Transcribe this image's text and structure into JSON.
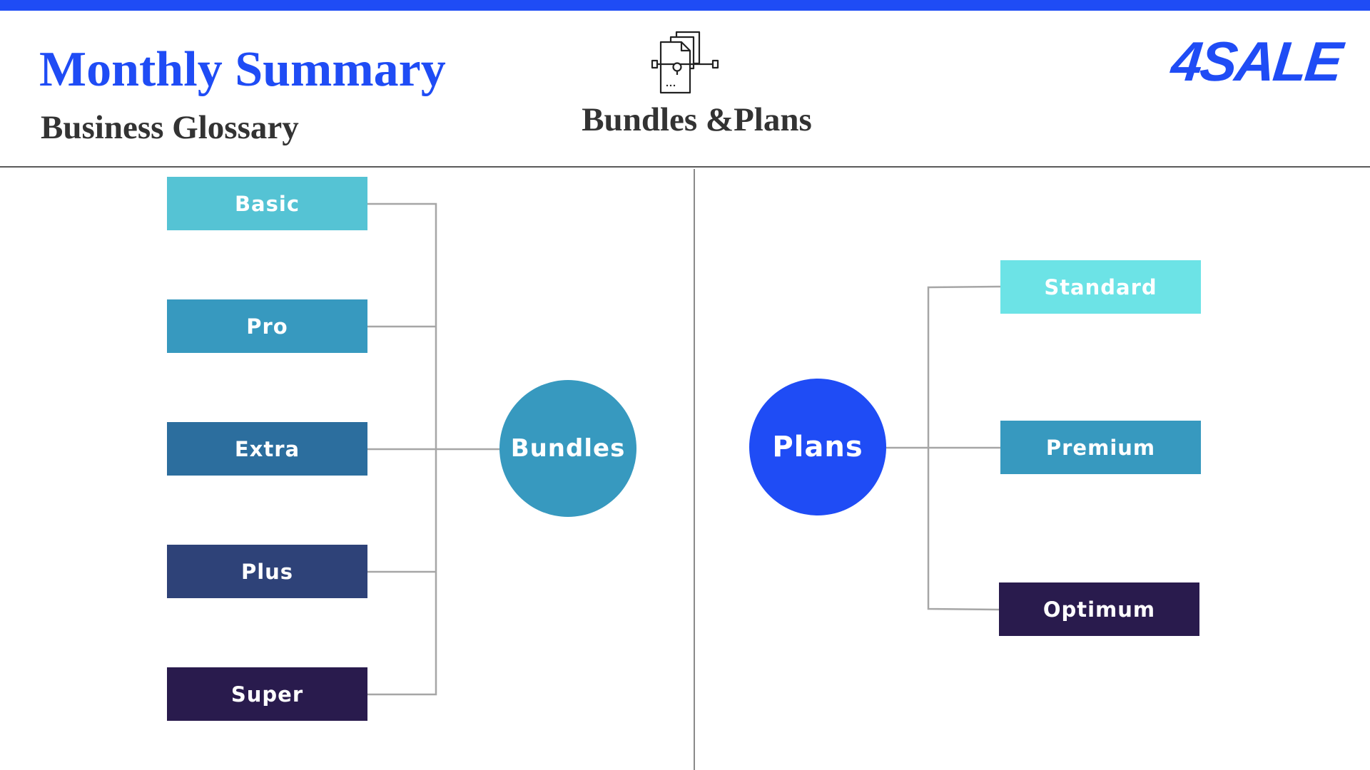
{
  "header": {
    "title": "Monthly Summary",
    "subtitle": "Business Glossary",
    "center_title": "Bundles &Plans",
    "center_icon": "documents-icon",
    "logo_text": "4SALE",
    "accent_color": "#1f4cf5"
  },
  "bundles": {
    "label": "Bundles",
    "color": "#3799bf",
    "items": [
      {
        "label": "Basic",
        "color": "#55c3d4"
      },
      {
        "label": "Pro",
        "color": "#3799bf"
      },
      {
        "label": "Extra",
        "color": "#2c6e9e"
      },
      {
        "label": "Plus",
        "color": "#2e4278"
      },
      {
        "label": "Super",
        "color": "#291b4d"
      }
    ]
  },
  "plans": {
    "label": "Plans",
    "color": "#1f4cf5",
    "items": [
      {
        "label": "Standard",
        "color": "#6ce3e6"
      },
      {
        "label": "Premium",
        "color": "#3799bf"
      },
      {
        "label": "Optimum",
        "color": "#291b4d"
      }
    ]
  }
}
